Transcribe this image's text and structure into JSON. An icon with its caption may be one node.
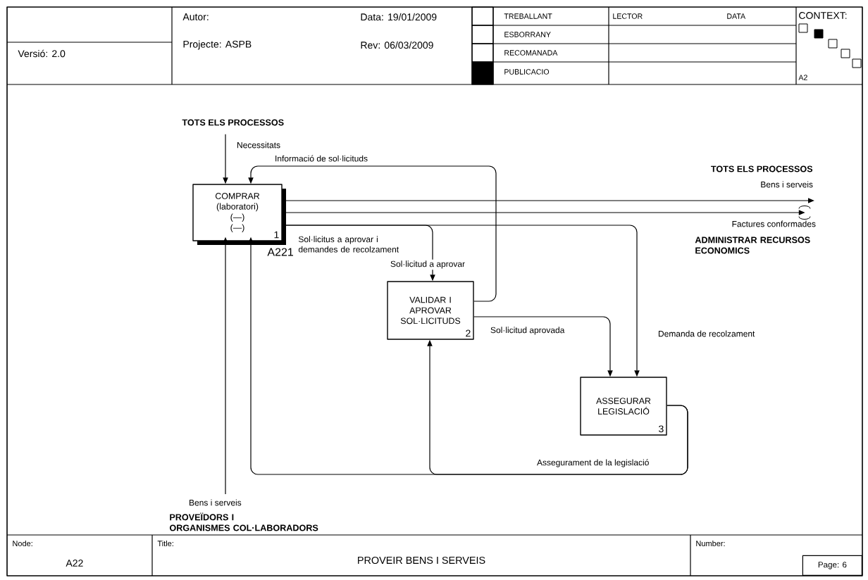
{
  "diagram": {
    "title": "PROVEIR BENS I SERVEIS",
    "nodes": [
      {
        "text": [
          "TOTS ELS PROCESSOS"
        ]
      },
      {
        "text": [
          "TOTS ELS PROCESSOS"
        ]
      },
      {
        "text": [
          "COMPRAR",
          "(laboratori)",
          "(—)",
          "(—)",
          "1"
        ],
        "beside": [
          "A221"
        ]
      },
      {
        "text": [
          "ADMINISTRAR RECURSOS ECONOMICS"
        ]
      },
      {
        "text": [
          "VALIDAR I APROVAR SOL·LICITUDS",
          "2"
        ]
      },
      {
        "text": [
          "ASSEGURAR LEGISLACIÓ",
          "3"
        ]
      },
      {
        "text": [
          "PROVEÏDORS I ORGANISMES COL·LABORADORS"
        ]
      }
    ],
    "edges": [
      {
        "from": 0,
        "to": 2,
        "arrow": "to",
        "label": "Necessitats"
      },
      {
        "from": 4,
        "to": 2,
        "arrow": "to",
        "label": "Informació de sol·licituds"
      },
      {
        "from": 2,
        "to": 1,
        "arrow": "to",
        "label": "Bens i serveis"
      },
      {
        "from": 2,
        "to": 3,
        "arrow": "to",
        "label": "Factures conformades"
      },
      {
        "from": 2,
        "to": 4,
        "arrow": "to",
        "label": "Sol·licitud a aprovar"
      },
      {
        "from": 2,
        "to": 5,
        "arrow": "to",
        "label": "Demanda de recolzament"
      },
      {
        "from": 4,
        "to": 5,
        "arrow": "to",
        "label": "Sol·licitud aprovada"
      },
      {
        "from": 5,
        "to": 4,
        "arrow": "to",
        "label": "Assegurament de la legislació"
      },
      {
        "from": 5,
        "to": 2,
        "arrow": "to"
      },
      {
        "from": 6,
        "to": 2,
        "arrow": "to",
        "label": "Bens i serveis"
      }
    ],
    "labels": [
      "Versió: 2.0",
      "Autor:",
      "Data: 19/01/2009",
      "Projecte: ASPB",
      "Rev: 06/03/2009",
      "TREBALLANT",
      "LECTOR",
      "DATA",
      "ESBORRANY",
      "RECOMANADA",
      "PUBLICACIO",
      "CONTEXT:",
      "A2",
      "Sol·licitus a aprovar i demandes de recolzament",
      "Node:",
      "A22",
      "Title:",
      "Number:",
      "Page: 6"
    ]
  }
}
